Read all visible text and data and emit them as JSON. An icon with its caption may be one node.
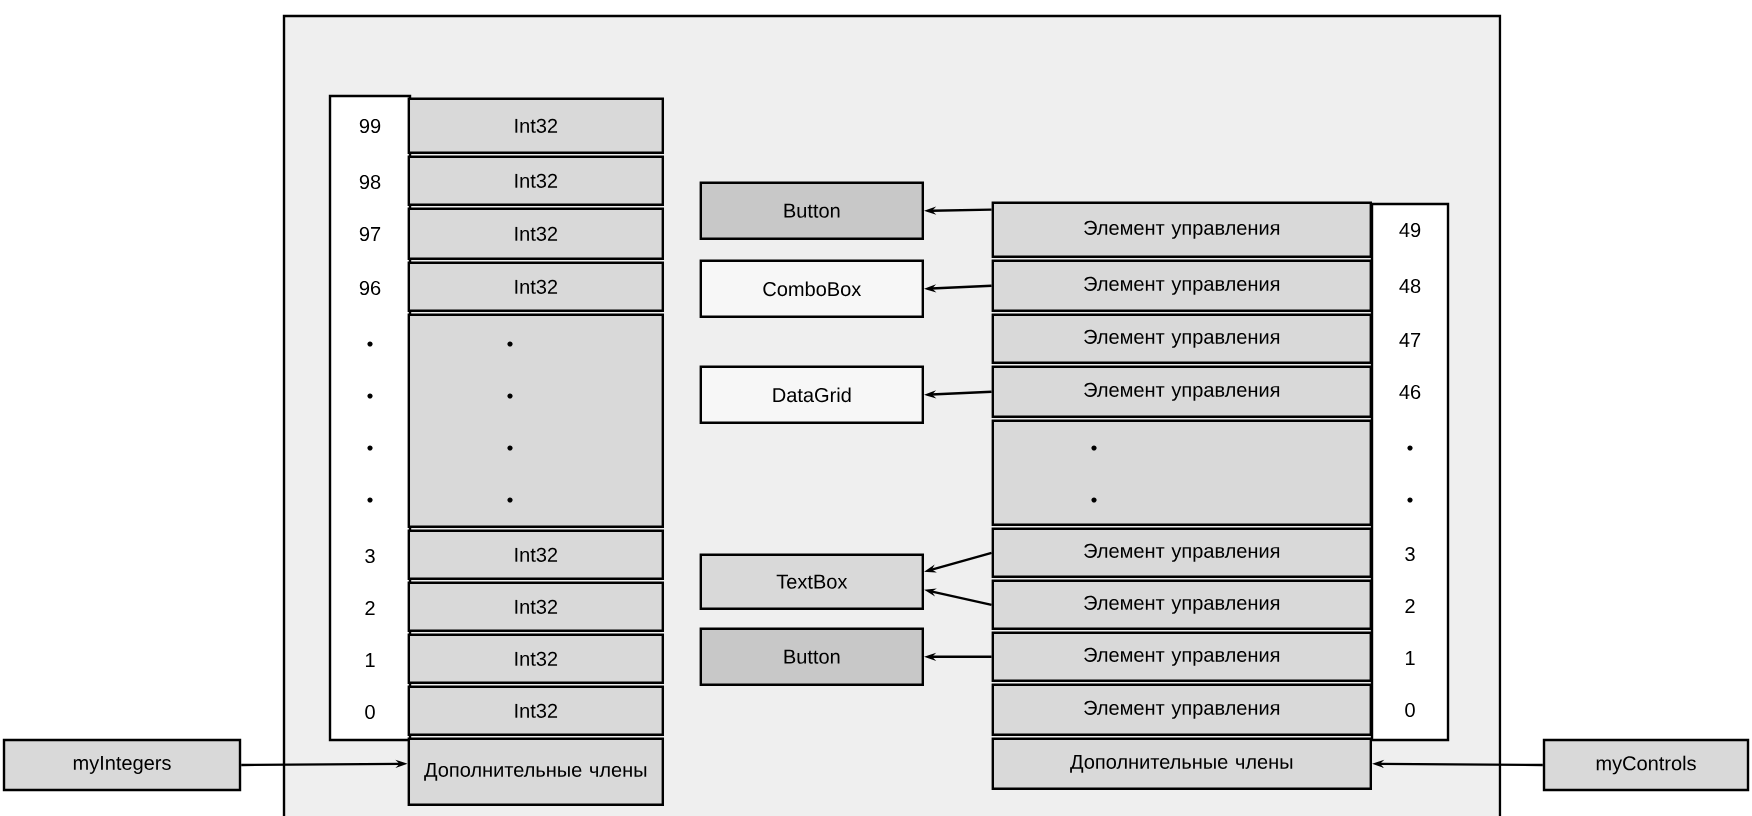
{
  "diagram": {
    "nodes": [
      {
        "text": [],
        "shape": "box"
      },
      {
        "text": [
          "Int32"
        ],
        "in": 0
      },
      {
        "text": [
          "Int32"
        ],
        "in": 0
      },
      {
        "text": [
          "Int32"
        ],
        "in": 0
      },
      {
        "text": [
          "Int32"
        ],
        "in": 0
      },
      {
        "text": [],
        "shape": "box",
        "in": 0
      },
      {
        "text": [
          "Int32"
        ],
        "in": 0
      },
      {
        "text": [
          "Int32"
        ],
        "in": 0
      },
      {
        "text": [
          "Int32"
        ],
        "in": 0
      },
      {
        "text": [
          "Int32"
        ],
        "in": 0
      },
      {
        "text": [
          "Дополнительные члены"
        ],
        "in": 0
      },
      {
        "text": [
          "Button"
        ],
        "in": 0
      },
      {
        "text": [
          "ComboBox"
        ],
        "in": 0
      },
      {
        "text": [
          "DataGrid"
        ],
        "in": 0
      },
      {
        "text": [
          "TextBox"
        ],
        "in": 0
      },
      {
        "text": [
          "Button"
        ],
        "in": 0
      },
      {
        "text": [
          "Элемент управления"
        ],
        "in": 0
      },
      {
        "text": [
          "Элемент управления"
        ],
        "in": 0
      },
      {
        "text": [
          "Элемент управления"
        ],
        "in": 0
      },
      {
        "text": [
          "Элемент управления"
        ],
        "in": 0
      },
      {
        "text": [],
        "shape": "box",
        "in": 0
      },
      {
        "text": [
          "Элемент управления"
        ],
        "in": 0
      },
      {
        "text": [
          "Элемент управления"
        ],
        "in": 0
      },
      {
        "text": [
          "Элемент управления"
        ],
        "in": 0
      },
      {
        "text": [
          "Элемент управления"
        ],
        "in": 0
      },
      {
        "text": [
          "Дополнительные члены"
        ],
        "in": 0
      },
      {
        "text": [
          "myIntegers"
        ]
      },
      {
        "text": [
          "myControls"
        ]
      }
    ],
    "edges": [
      {
        "from": 16,
        "to": 11,
        "arrow": "to"
      },
      {
        "from": 17,
        "to": 12,
        "arrow": "to"
      },
      {
        "from": 19,
        "to": 13,
        "arrow": "to"
      },
      {
        "from": 21,
        "to": 14,
        "arrow": "to"
      },
      {
        "from": 22,
        "to": 14,
        "arrow": "to"
      },
      {
        "from": 23,
        "to": 15,
        "arrow": "to"
      },
      {
        "from": 26,
        "to": 10,
        "arrow": "to"
      },
      {
        "from": 27,
        "to": 25,
        "arrow": "to"
      }
    ],
    "labels": [
      "99",
      "98",
      "97",
      "96",
      "3",
      "2",
      "1",
      "0",
      "49",
      "48",
      "47",
      "46",
      "3",
      "2",
      "1",
      "0"
    ]
  }
}
